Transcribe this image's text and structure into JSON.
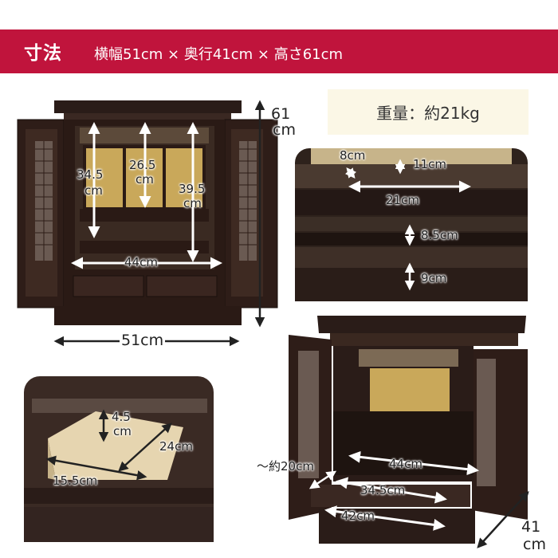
{
  "header": {
    "title": "寸法",
    "dims": "横幅51cm × 奥行41cm × 高さ61cm"
  },
  "weight": {
    "text": "重量：約21kg"
  },
  "cabinet_front": {
    "height_total": "61",
    "height_total_unit": "cm",
    "width_total": "51cm",
    "interior_width": "44cm",
    "left_height_num": "34.5",
    "left_height_unit": "cm",
    "mid_height_num": "26.5",
    "mid_height_unit": "cm",
    "right_height_num": "39.5",
    "right_height_unit": "cm"
  },
  "detail_top": {
    "d1": "8cm",
    "d2": "11cm",
    "d3": "21cm",
    "d4": "8.5cm",
    "d5": "9cm"
  },
  "drawer": {
    "depth_num": "4.5",
    "depth_unit": "cm",
    "length": "24cm",
    "width": "15.5cm"
  },
  "cabinet_angle": {
    "approx": "～約20cm",
    "width1": "44cm",
    "width2": "34.5cm",
    "width3": "42cm",
    "depth_num": "41",
    "depth_unit": "cm"
  },
  "colors": {
    "header_bg": "#c0143c",
    "wood_dark": "#2b1a16",
    "gold": "#c9a85a"
  }
}
